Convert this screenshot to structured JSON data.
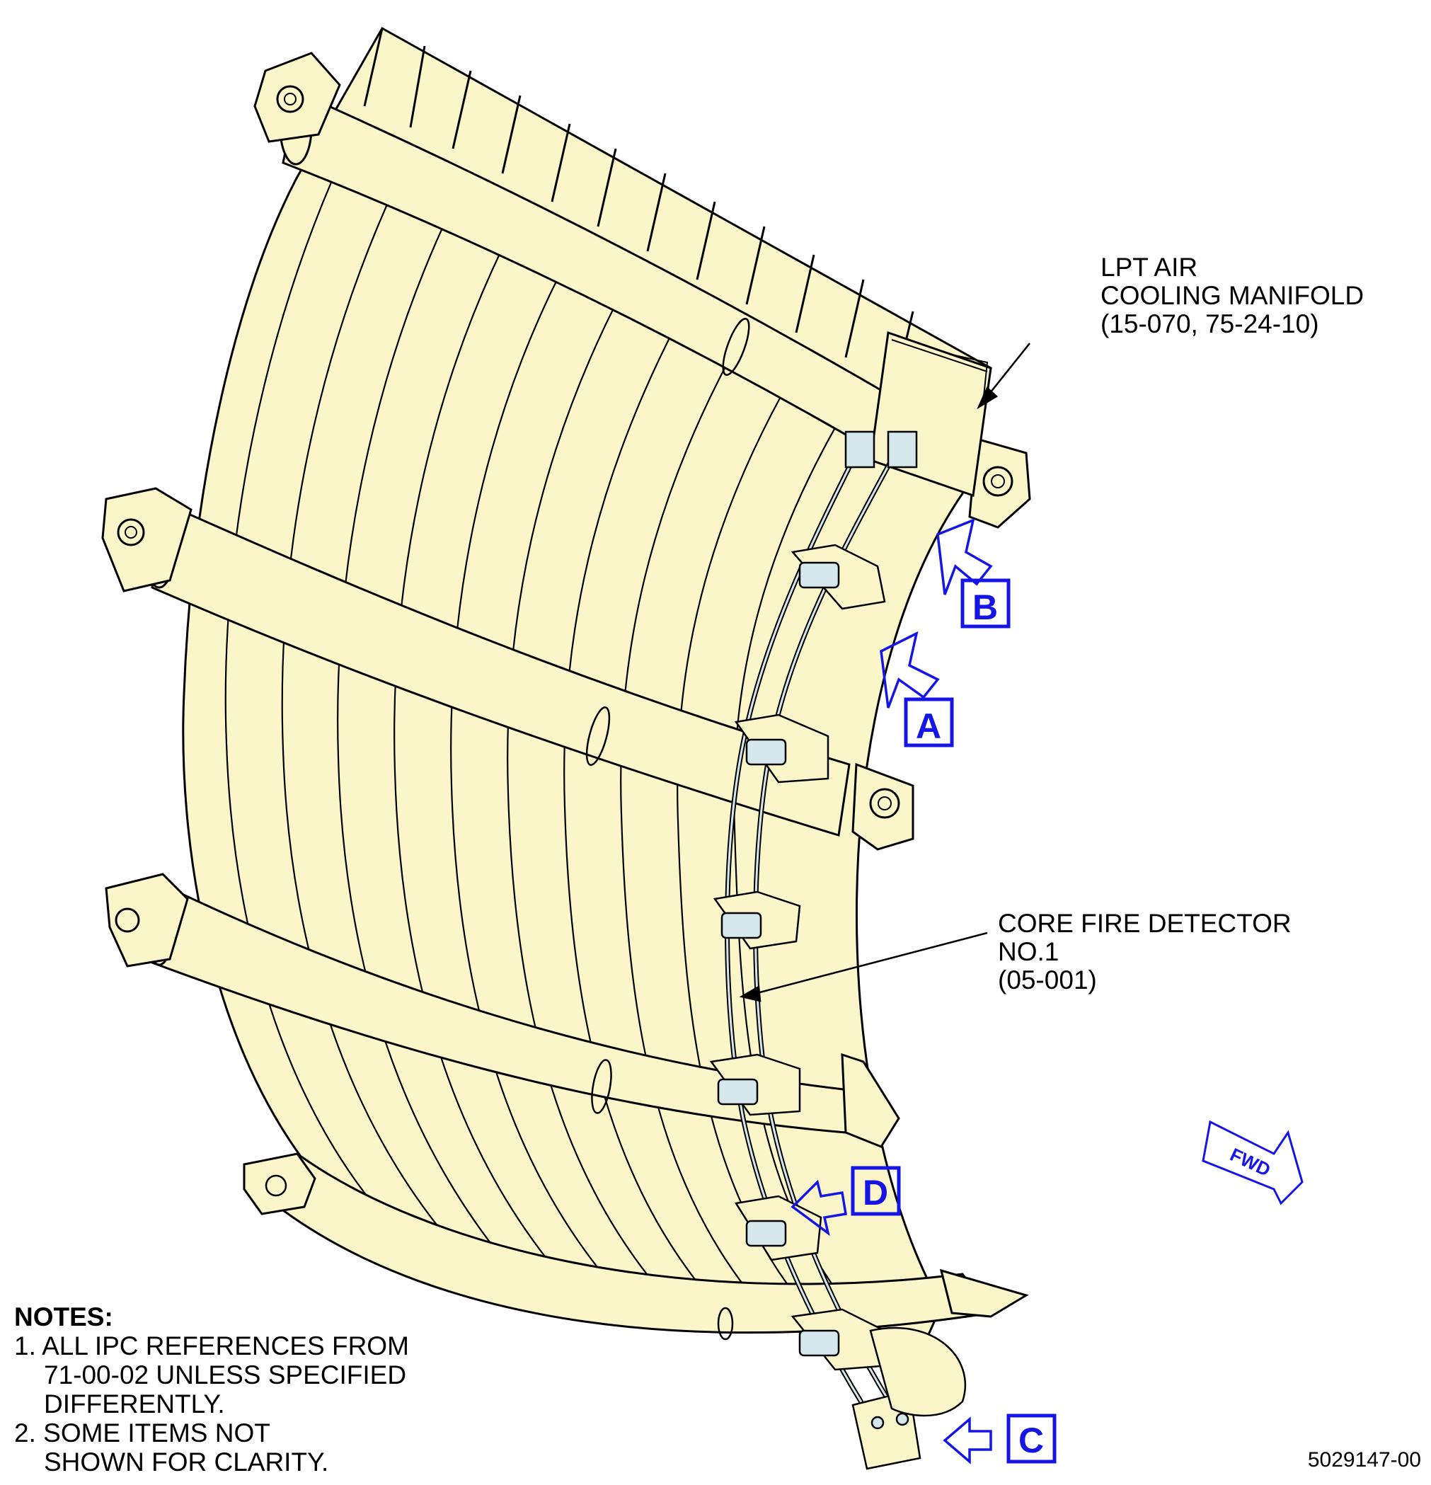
{
  "figure": {
    "document_number": "5029147-00"
  },
  "callouts": {
    "lpt_manifold": {
      "lines": [
        "LPT AIR",
        "COOLING MANIFOLD",
        "(15-070, 75-24-10)"
      ]
    },
    "core_detector": {
      "lines": [
        "CORE FIRE DETECTOR",
        "NO.1",
        "(05-001)"
      ]
    }
  },
  "view_markers": [
    {
      "letter": "A"
    },
    {
      "letter": "B"
    },
    {
      "letter": "C"
    },
    {
      "letter": "D"
    }
  ],
  "fwd_indicator": {
    "label": "FWD"
  },
  "notes": {
    "heading": "NOTES:",
    "items": [
      {
        "number": "1.",
        "lines": [
          "ALL IPC REFERENCES FROM",
          "71-00-02 UNLESS SPECIFIED",
          "DIFFERENTLY."
        ]
      },
      {
        "number": "2.",
        "lines": [
          "SOME ITEMS NOT",
          "SHOWN FOR CLARITY."
        ]
      }
    ]
  },
  "colors": {
    "part_fill": "#fbf6c9",
    "line": "#000000",
    "marker_blue": "#1515e6",
    "detector_fill": "#d6e7ec"
  }
}
